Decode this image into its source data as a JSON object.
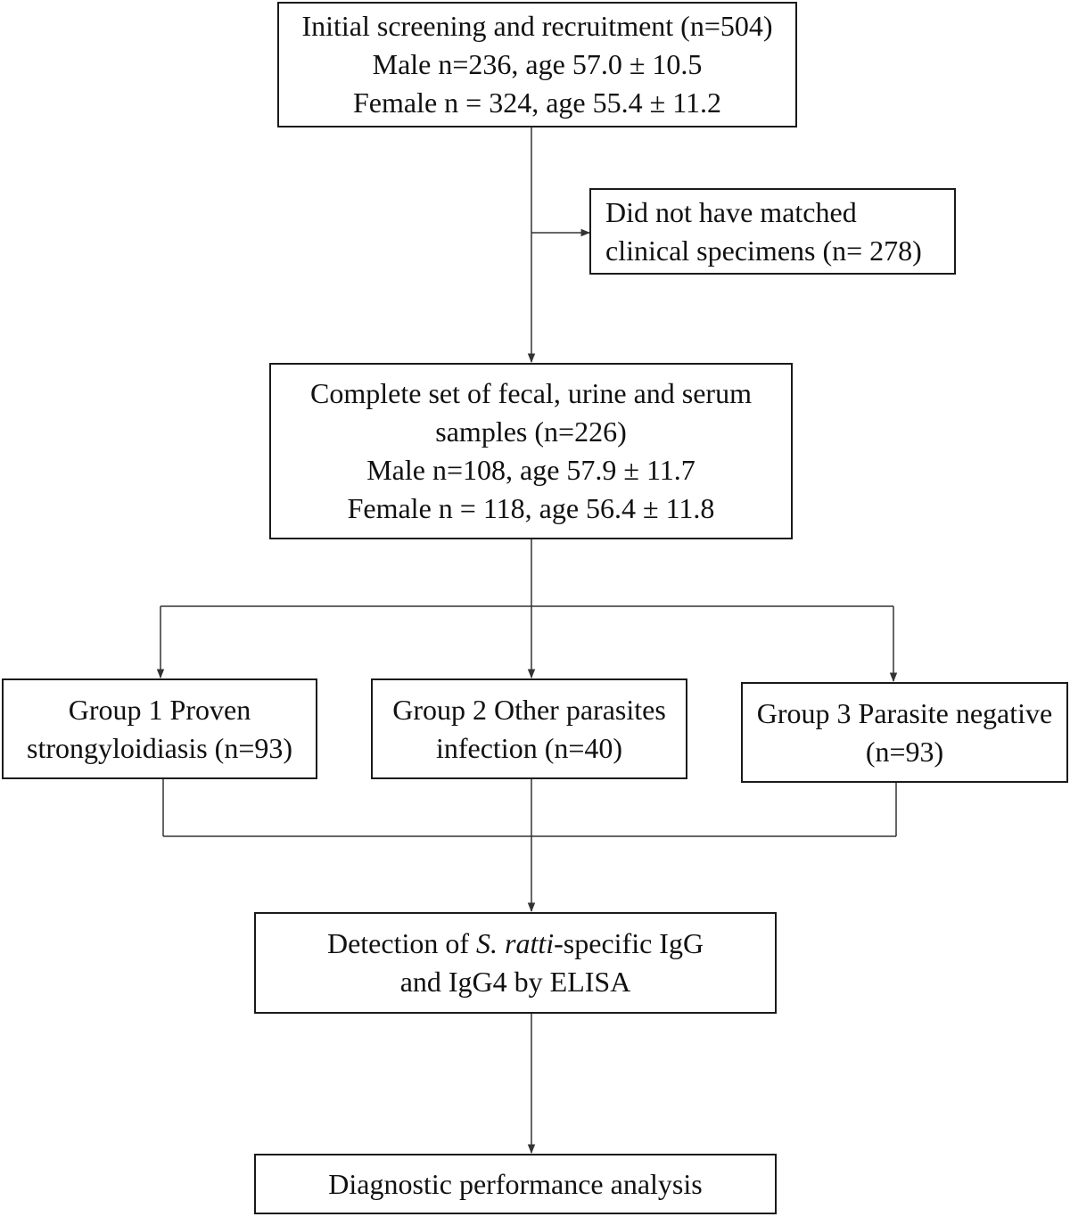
{
  "screening": {
    "title": "Initial screening and recruitment (n=504)",
    "male": "Male n=236, age 57.0 ± 10.5",
    "female": "Female n = 324, age 55.4 ± 11.2"
  },
  "excluded": {
    "line1": "Did not have matched",
    "line2": "clinical specimens  (n= 278)"
  },
  "complete": {
    "line1": "Complete set of fecal, urine and serum",
    "line2": "samples  (n=226)",
    "male": "Male n=108, age 57.9 ± 11.7",
    "female": "Female n = 118, age 56.4 ± 11.8"
  },
  "groups": [
    {
      "line1": "Group 1 Proven",
      "line2": "strongyloidiasis (n=93)"
    },
    {
      "line1": "Group 2 Other parasites",
      "line2": "infection (n=40)"
    },
    {
      "line1": "Group 3 Parasite negative",
      "line2": "(n=93)"
    }
  ],
  "detection": {
    "prefix": "Detection of ",
    "species": "S. ratti",
    "suffix": "-specific IgG",
    "line2": "and IgG4 by ELISA"
  },
  "analysis": {
    "label": "Diagnostic performance analysis"
  }
}
